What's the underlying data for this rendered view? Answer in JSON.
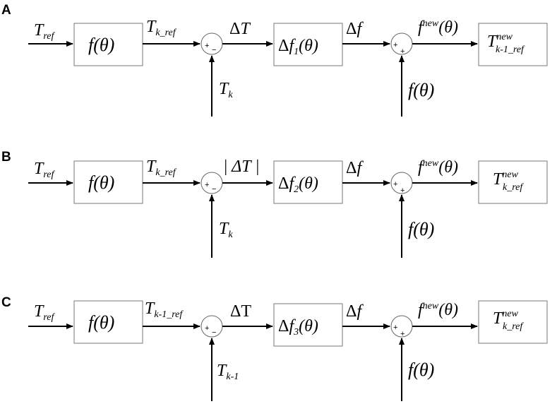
{
  "panels": [
    {
      "label": "A",
      "input": "T_ref",
      "block1": "f(θ)",
      "signal1": "T_k_ref",
      "feedback": "T_k",
      "error": "ΔT",
      "block2": "Δf1(θ)",
      "signal2": "Δf",
      "sum_input": "f(θ)",
      "output_signal": "f^new(θ)",
      "output_block": "T^new_k-1_ref",
      "sum1_signs": [
        "+",
        "−"
      ],
      "sum2_signs": [
        "+",
        "+"
      ]
    },
    {
      "label": "B",
      "input": "T_ref",
      "block1": "f(θ)",
      "signal1": "T_k_ref",
      "feedback": "T_k",
      "error": "|ΔT|",
      "block2": "Δf2(θ)",
      "signal2": "Δf",
      "sum_input": "f(θ)",
      "output_signal": "f^new(θ)",
      "output_block": "T^new_k_ref",
      "sum1_signs": [
        "+",
        "−"
      ],
      "sum2_signs": [
        "+",
        "+"
      ]
    },
    {
      "label": "C",
      "input": "T_ref",
      "block1": "f(θ)",
      "signal1": "T_k-1_ref",
      "feedback": "T_k-1",
      "error": "ΔT",
      "block2": "Δf3(θ)",
      "signal2": "Δf",
      "sum_input": "f(θ)",
      "output_signal": "f^new(θ)",
      "output_block": "T^new_k_ref",
      "sum1_signs": [
        "+",
        "−"
      ],
      "sum2_signs": [
        "+",
        "+"
      ]
    }
  ],
  "text_parts": {
    "T": "T",
    "ref": "ref",
    "k": "k",
    "k_ref": "k_ref",
    "km1": "k-1",
    "km1_ref": "k-1_ref",
    "new": "new",
    "f": "f",
    "theta_paren": "(θ)",
    "delta": "Δ",
    "delta_upright_T": "ΔT",
    "abs_delta_T_left": "| ΔT |",
    "sub1": "1",
    "sub2": "2",
    "sub3": "3",
    "plus": "+",
    "minus": "−"
  }
}
